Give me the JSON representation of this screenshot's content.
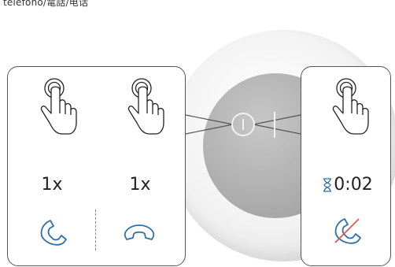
{
  "header": {
    "title": "teléfono/電話/电话"
  },
  "colors": {
    "phone_blue": "#2f6fa8",
    "cancel_red": "#d9534f",
    "stroke": "#222222"
  },
  "panels": {
    "answer": {
      "count": "1x",
      "icon": "phone-answer-icon"
    },
    "hangup": {
      "count": "1x",
      "icon": "phone-hangup-icon"
    },
    "reject": {
      "timer": "0:02",
      "timer_icon": "hourglass-icon",
      "icon": "phone-reject-icon"
    }
  }
}
